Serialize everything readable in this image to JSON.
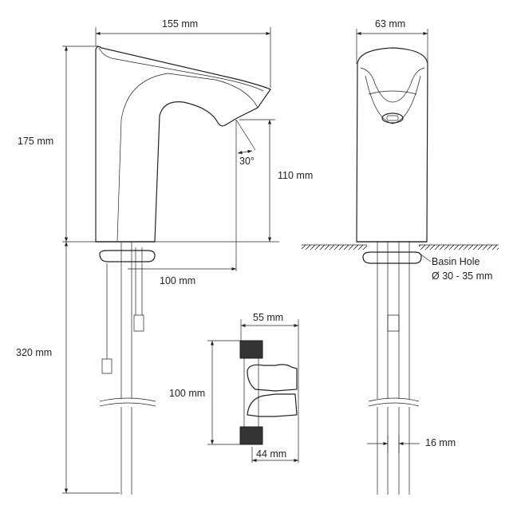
{
  "dimensions": {
    "side_width": "155 mm",
    "side_height": "175 mm",
    "spout_height": "110 mm",
    "spout_angle": "30°",
    "spout_reach": "100 mm",
    "pipe_length": "320 mm",
    "front_width": "63 mm",
    "basin_hole_label": "Basin Hole",
    "basin_hole_size": "Ø 30 - 35 mm",
    "valve_width": "55 mm",
    "valve_height": "100 mm",
    "valve_depth": "44 mm",
    "pipe_spacing": "16 mm"
  }
}
